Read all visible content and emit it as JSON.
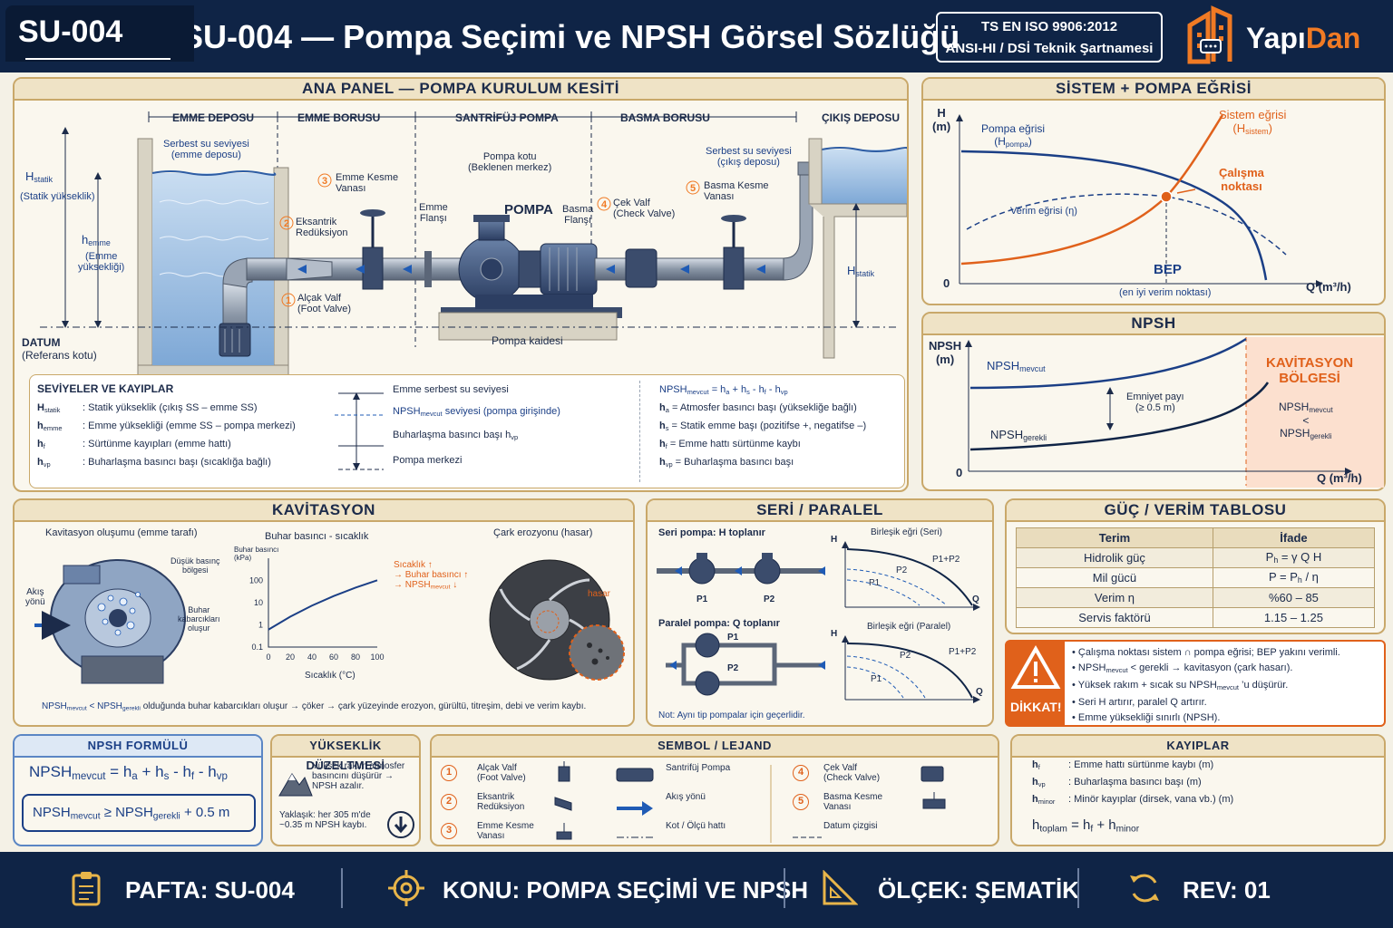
{
  "header": {
    "badge": "SU-004",
    "title": "SU-004 — Pompa Seçimi ve NPSH Görsel Sözlüğü",
    "std_line1": "TS EN ISO 9906:2012",
    "std_line2": "ANSI-HI / DSİ Teknik Şartnamesi",
    "logo_a": "Yapı",
    "logo_b": "Dan"
  },
  "main": {
    "title": "ANA PANEL — POMPA KURULUM KESİTİ",
    "sections": [
      "EMME DEPOSU",
      "EMME BORUSU",
      "SANTRİFÜJ POMPA",
      "BASMA BORUSU",
      "ÇIKIŞ DEPOSU"
    ],
    "free_level_in": [
      "Serbest su seviyesi",
      "(emme deposu)"
    ],
    "free_level_out": [
      "Serbest su seviyesi",
      "(çıkış deposu)"
    ],
    "h_static_left": "H",
    "h_static_sub": "statik",
    "h_static_desc": "(Statik yükseklik)",
    "h_emme": "h",
    "h_emme_sub": "emme",
    "h_emme_desc": [
      "(Emme",
      "yüksekliği)"
    ],
    "datum": [
      "DATUM",
      "(Referans kotu)"
    ],
    "pump_level": [
      "Pompa kotu",
      "(Beklenen merkez)"
    ],
    "pump": "POMPA",
    "base": "Pompa kaidesi",
    "emme_flange": [
      "Emme",
      "Flanşı"
    ],
    "basma_flange": [
      "Basma",
      "Flanşı"
    ],
    "c1": [
      "Alçak Valf",
      "(Foot Valve)"
    ],
    "c2": [
      "Eksantrik",
      "Redüksiyon"
    ],
    "c3": [
      "Emme Kesme",
      "Vanası"
    ],
    "c4": [
      "Çek Valf",
      "(Check Valve)"
    ],
    "c5": [
      "Basma Kesme",
      "Vanası"
    ],
    "h_static_right": "H"
  },
  "levels": {
    "title": "SEVİYELER VE KAYIPLAR",
    "rows": [
      {
        "sym": "H",
        "sub": "statik",
        "desc": ": Statik yükseklik (çıkış SS – emme SS)"
      },
      {
        "sym": "h",
        "sub": "emme",
        "desc": ": Emme yüksekliği (emme SS – pompa merkezi)"
      },
      {
        "sym": "h",
        "sub": "f",
        "desc": ": Sürtünme kayıpları (emme hattı)"
      },
      {
        "sym": "h",
        "sub": "vp",
        "desc": ": Buharlaşma basıncı başı (sıcaklığa bağlı)"
      }
    ],
    "lv1": "Emme serbest su seviyesi",
    "lv2a": "NPSH",
    "lv2sub": "mevcut",
    "lv2b": " seviyesi (pompa girişinde)",
    "lv3": "Buharlaşma basıncı başı  h",
    "lv3sub": "vp",
    "lv4": "Pompa merkezi",
    "eq": "NPSH",
    "eq_sub": "mevcut",
    "eq_rhs": " = h",
    "defs": [
      {
        "sym": "h",
        "sub": "a",
        "desc": " = Atmosfer basıncı başı (yüksekliğe bağlı)"
      },
      {
        "sym": "h",
        "sub": "s",
        "desc": " = Statik emme başı (pozitifse +, negatifse –)"
      },
      {
        "sym": "h",
        "sub": "f",
        "desc": " = Emme hattı sürtünme kaybı"
      },
      {
        "sym": "h",
        "sub": "vp",
        "desc": " = Buharlaşma basıncı başı"
      }
    ]
  },
  "system": {
    "title": "SİSTEM + POMPA EĞRİSİ",
    "y_axis": [
      "H",
      "(m)"
    ],
    "x_axis": "Q (m³/h)",
    "zero": "0",
    "pump_curve": [
      "Pompa eğrisi",
      "(H",
      "pompa",
      ")"
    ],
    "sys_curve": [
      "Sistem eğrisi",
      "(H",
      "sistem",
      ")"
    ],
    "op_point": [
      "Çalışma",
      "noktası"
    ],
    "eff": "Verim eğrisi (η)",
    "bep": "BEP",
    "bep_desc": "(en iyi verim noktası)"
  },
  "npsh": {
    "title": "NPSH",
    "y_axis": [
      "NPSH",
      "(m)"
    ],
    "x_axis": "Q (m³/h)",
    "zero": "0",
    "avail": "NPSH",
    "avail_sub": "mevcut",
    "req": "NPSH",
    "req_sub": "gerekli",
    "margin": [
      "Emniyet payı",
      "(≥ 0.5 m)"
    ],
    "cav_zone": [
      "KAVİTASYON",
      "BÖLGESİ"
    ],
    "cav_a": "NPSH",
    "cav_a_sub": "mevcut",
    "cav_lt": "<",
    "cav_b": "NPSH",
    "cav_b_sub": "gerekli"
  },
  "cavitation": {
    "title": "KAVİTASYON",
    "sub1": "Kavitasyon oluşumu (emme tarafı)",
    "sub2": "Buhar basıncı - sıcaklık",
    "sub3": "Çark erozyonu (hasar)",
    "low_press": [
      "Düşük basınç",
      "bölgesi"
    ],
    "bubbles": [
      "Buhar",
      "kabarcıkları",
      "oluşur"
    ],
    "flow": [
      "Akış",
      "yönü"
    ],
    "chart_ylabel": [
      "Buhar basıncı",
      "(kPa)"
    ],
    "chart_xlabel": "Sıcaklık (°C)",
    "temp_note": [
      "Sıcaklık ↑",
      "→ Buhar basıncı ↑",
      "→ NPSH",
      "mevcut",
      " ↓"
    ],
    "damage": "hasar",
    "summary": [
      "NPSH",
      "mevcut",
      "  <  NPSH",
      "gerekli",
      " olduğunda buhar kabarcıkları oluşur → çöker → çark yüzeyinde erozyon, gürültü, titreşim, debi ve verim kaybı."
    ]
  },
  "vapor_chart": {
    "type": "line",
    "x": [
      0,
      20,
      40,
      60,
      80,
      100
    ],
    "x_ticks": [
      "0",
      "20",
      "40",
      "60",
      "80",
      "100"
    ],
    "y_ticks": [
      "0.1",
      "1",
      "10",
      "100"
    ],
    "y_scale": "log",
    "xlabel": "Sıcaklık (°C)",
    "ylabel": "Buhar basıncı (kPa)",
    "series": [
      {
        "values": [
          0.61,
          2.34,
          7.38,
          19.9,
          47.4,
          101.3
        ]
      }
    ]
  },
  "serpar": {
    "title": "SERİ  /  PARALEL",
    "seri": "Seri pompa: H toplanır",
    "seri_curve": "Birleşik eğri  (Seri)",
    "paralel": "Paralel pompa: Q toplanır",
    "paralel_curve": "Birleşik eğri  (Paralel)",
    "p1": "P1",
    "p2": "P2",
    "p1p2": "P1+P2",
    "h": "H",
    "q": "Q",
    "note": "Not:  Aynı tip pompalar için geçerlidir."
  },
  "power": {
    "title": "GÜÇ / VERİM TABLOSU",
    "headers": [
      "Terim",
      "İfade"
    ],
    "rows": [
      [
        "Hidrolik güç",
        "P",
        "h",
        " = γ Q H"
      ],
      [
        "Mil gücü",
        "P  =  P",
        "h",
        " / η"
      ],
      [
        "Verim  η",
        "%60 – 85",
        "",
        ""
      ],
      [
        "Servis faktörü",
        "1.15 – 1.25",
        "",
        ""
      ]
    ]
  },
  "warning": {
    "label": "DİKKAT!",
    "items": [
      "Çalışma noktası sistem ∩ pompa eğrisi; BEP yakını verimli.",
      "NPSH|mevcut| < gerekli → kavitasyon (çark hasarı).",
      "Yüksek rakım + sıcak su NPSH|mevcut| ’u düşürür.",
      "Seri H artırır, paralel Q artırır.",
      "Emme yüksekliği sınırlı (NPSH)."
    ]
  },
  "formula": {
    "title": "NPSH FORMÜLÜ",
    "f1": [
      "NPSH",
      "mevcut",
      " = h",
      "a",
      " + h",
      "s",
      " - h",
      "f",
      " - h",
      "vp"
    ],
    "f2": [
      "NPSH",
      "mevcut",
      " ≥ NPSH",
      "gerekli",
      "  + 0.5 m"
    ]
  },
  "altitude": {
    "title": "YÜKSEKLİK DÜZELTMESİ",
    "text": [
      "Yüksek rakım atmosfer",
      "basıncını düşürür →",
      "NPSH azalır."
    ],
    "approx": [
      "Yaklaşık: her 305 m'de",
      "~0.35 m NPSH kaybı."
    ]
  },
  "legend": {
    "title": "SEMBOL / LEJAND",
    "items": [
      {
        "n": "1",
        "t": [
          "Alçak Valf",
          "(Foot Valve)"
        ]
      },
      {
        "n": "2",
        "t": [
          "Eksantrik",
          "Redüksiyon"
        ]
      },
      {
        "n": "3",
        "t": [
          "Emme Kesme",
          "Vanası"
        ]
      },
      {
        "n": "",
        "t": [
          "Santrifüj Pompa"
        ]
      },
      {
        "n": "",
        "t": [
          "Akış yönü"
        ]
      },
      {
        "n": "",
        "t": [
          "Kot / Ölçü hattı"
        ]
      },
      {
        "n": "4",
        "t": [
          "Çek Valf",
          "(Check Valve)"
        ]
      },
      {
        "n": "5",
        "t": [
          "Basma Kesme",
          "Vanası"
        ]
      },
      {
        "n": "",
        "t": [
          "Datum çizgisi"
        ]
      }
    ]
  },
  "losses": {
    "title": "KAYIPLAR",
    "rows": [
      {
        "sym": "h",
        "sub": "f",
        "desc": ": Emme hattı sürtünme kaybı (m)"
      },
      {
        "sym": "h",
        "sub": "vp",
        "desc": ": Buharlaşma basıncı başı (m)"
      },
      {
        "sym": "h",
        "sub": "minor",
        "desc": ": Minör kayıplar (dirsek, vana vb.) (m)"
      }
    ],
    "total": [
      "h",
      "toplam",
      " =  h",
      "f",
      " + h",
      "minor"
    ]
  },
  "footer": {
    "pafta": "PAFTA: SU-004",
    "konu": "KONU: POMPA SEÇİMİ VE NPSH",
    "olcek": "ÖLÇEK: ŞEMATİK",
    "rev": "REV: 01"
  },
  "colors": {
    "navy": "#0f2446",
    "accent": "#f07a24",
    "curve_blue": "#1b3f86",
    "panel_border": "#c9a86a"
  }
}
